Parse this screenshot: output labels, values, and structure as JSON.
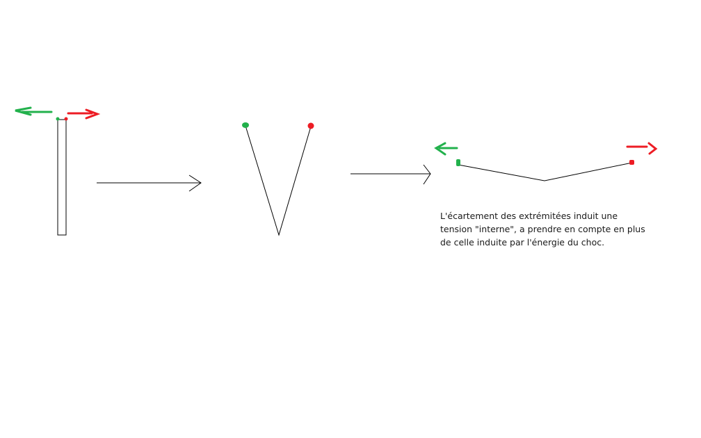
{
  "caption": {
    "lines": [
      "L'écartement des extrémitées induit une",
      "tension \"interne\", a prendre en compte en plus",
      "de celle induite par l'énergie du choc."
    ]
  },
  "colors": {
    "green": "#22b14c",
    "red": "#ed1c24",
    "stroke": "#000000"
  }
}
